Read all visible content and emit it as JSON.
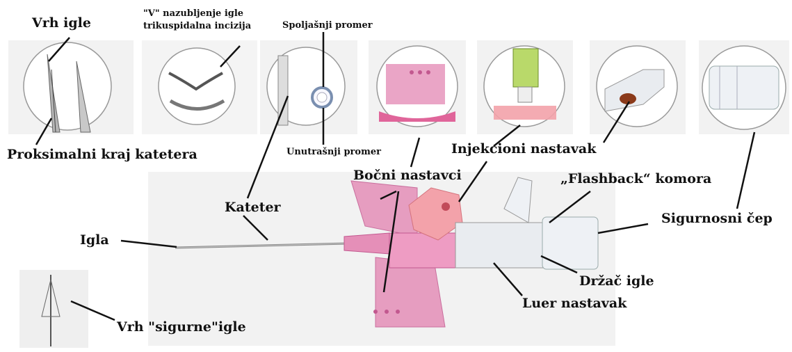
{
  "labels": {
    "vrh_igle": "Vrh igle",
    "v_nazubljenje": "\"V\" nazubljenje igle",
    "trikuspidalna": "trikuspidalna incizija",
    "spoljasnji": "Spoljašnji promer",
    "unutrasnji": "Unutrašnji promer",
    "proksimalni": "Proksimalni kraj katetera",
    "injekcioni": "Injekcioni nastavak",
    "bocni": "Bočni nastavci",
    "flashback": "„Flashback“ komora",
    "kateter": "Kateter",
    "sigurnosni": "Sigurnosni čep",
    "igla": "Igla",
    "drzac": "Držač igle",
    "luer": "Luer nastavak",
    "vrh_sigurne": "Vrh \"sigurne\"igle"
  },
  "colors": {
    "pink": "#e58fb8",
    "pink_dark": "#c2588f",
    "salmon": "#f3a2aa",
    "panel": "#f2f2f2",
    "green": "#b9d96a",
    "blood": "#8b3a1a"
  }
}
